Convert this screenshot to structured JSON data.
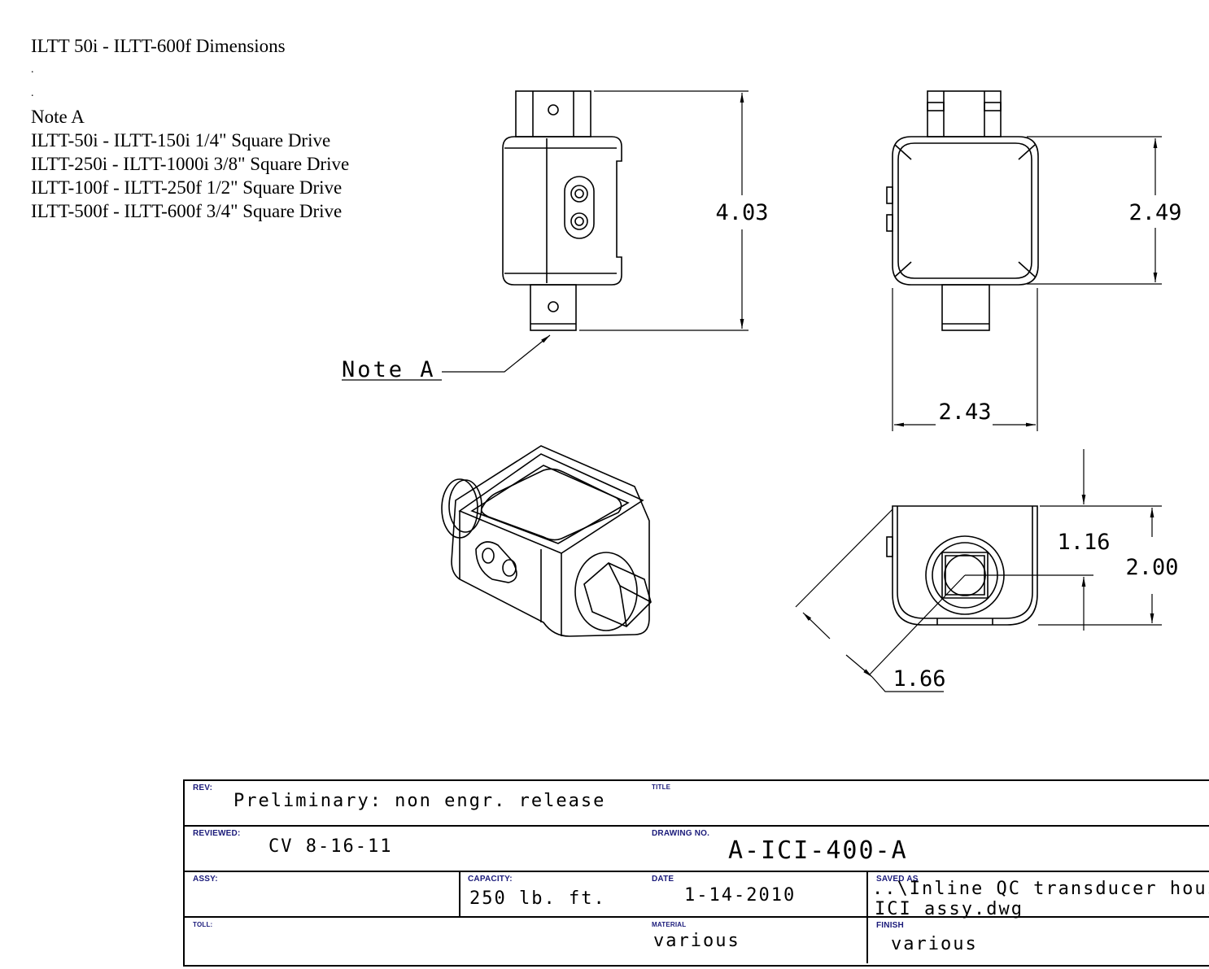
{
  "header": {
    "title": "ILTT 50i - ILTT-600f Dimensions",
    "dot1": ".",
    "dot2": "."
  },
  "notes": {
    "heading": "Note A",
    "lines": [
      "ILTT-50i - ILTT-150i 1/4\" Square Drive",
      "ILTT-250i - ILTT-1000i 3/8\" Square Drive",
      "ILTT-100f - ILTT-250f 1/2\" Square Drive",
      "ILTT-500f - ILTT-600f 3/4\" Square Drive"
    ]
  },
  "drawing": {
    "note_callout": "Note A",
    "dimensions": {
      "overall_height": "4.03",
      "body_height": "2.49",
      "body_width": "2.43",
      "drive_center": "1.16",
      "end_height": "2.00",
      "diagonal": "1.66"
    }
  },
  "title_block": {
    "rev_label": "REV:",
    "rev_value": "Preliminary: non engr. release",
    "title_label": "TITLE",
    "reviewed_label": "REVIEWED:",
    "reviewed_value": "CV 8-16-11",
    "drawing_no_label": "DRAWING NO.",
    "drawing_no_value": "A-ICI-400-A",
    "assy_label": "ASSY:",
    "capacity_label": "CAPACITY:",
    "capacity_value": "250 lb. ft.",
    "date_label": "DATE",
    "date_value": "1-14-2010",
    "saved_as_label": "SAVED AS",
    "saved_as_line1": "..\\Inline QC transducer housing\\",
    "saved_as_line2": "ICI assy.dwg",
    "toll_label": "TOLL:",
    "material_label": "MATERIAL",
    "material_value": "various",
    "finish_label": "FINISH",
    "finish_value": "various"
  }
}
